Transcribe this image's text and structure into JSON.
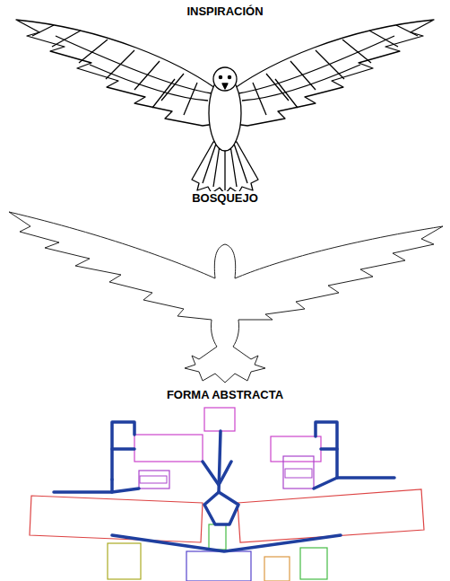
{
  "diagram": {
    "labels": [
      "INSPIRACIÓN",
      "BOSQUEJO",
      "FORMA ABSTRACTA"
    ]
  }
}
